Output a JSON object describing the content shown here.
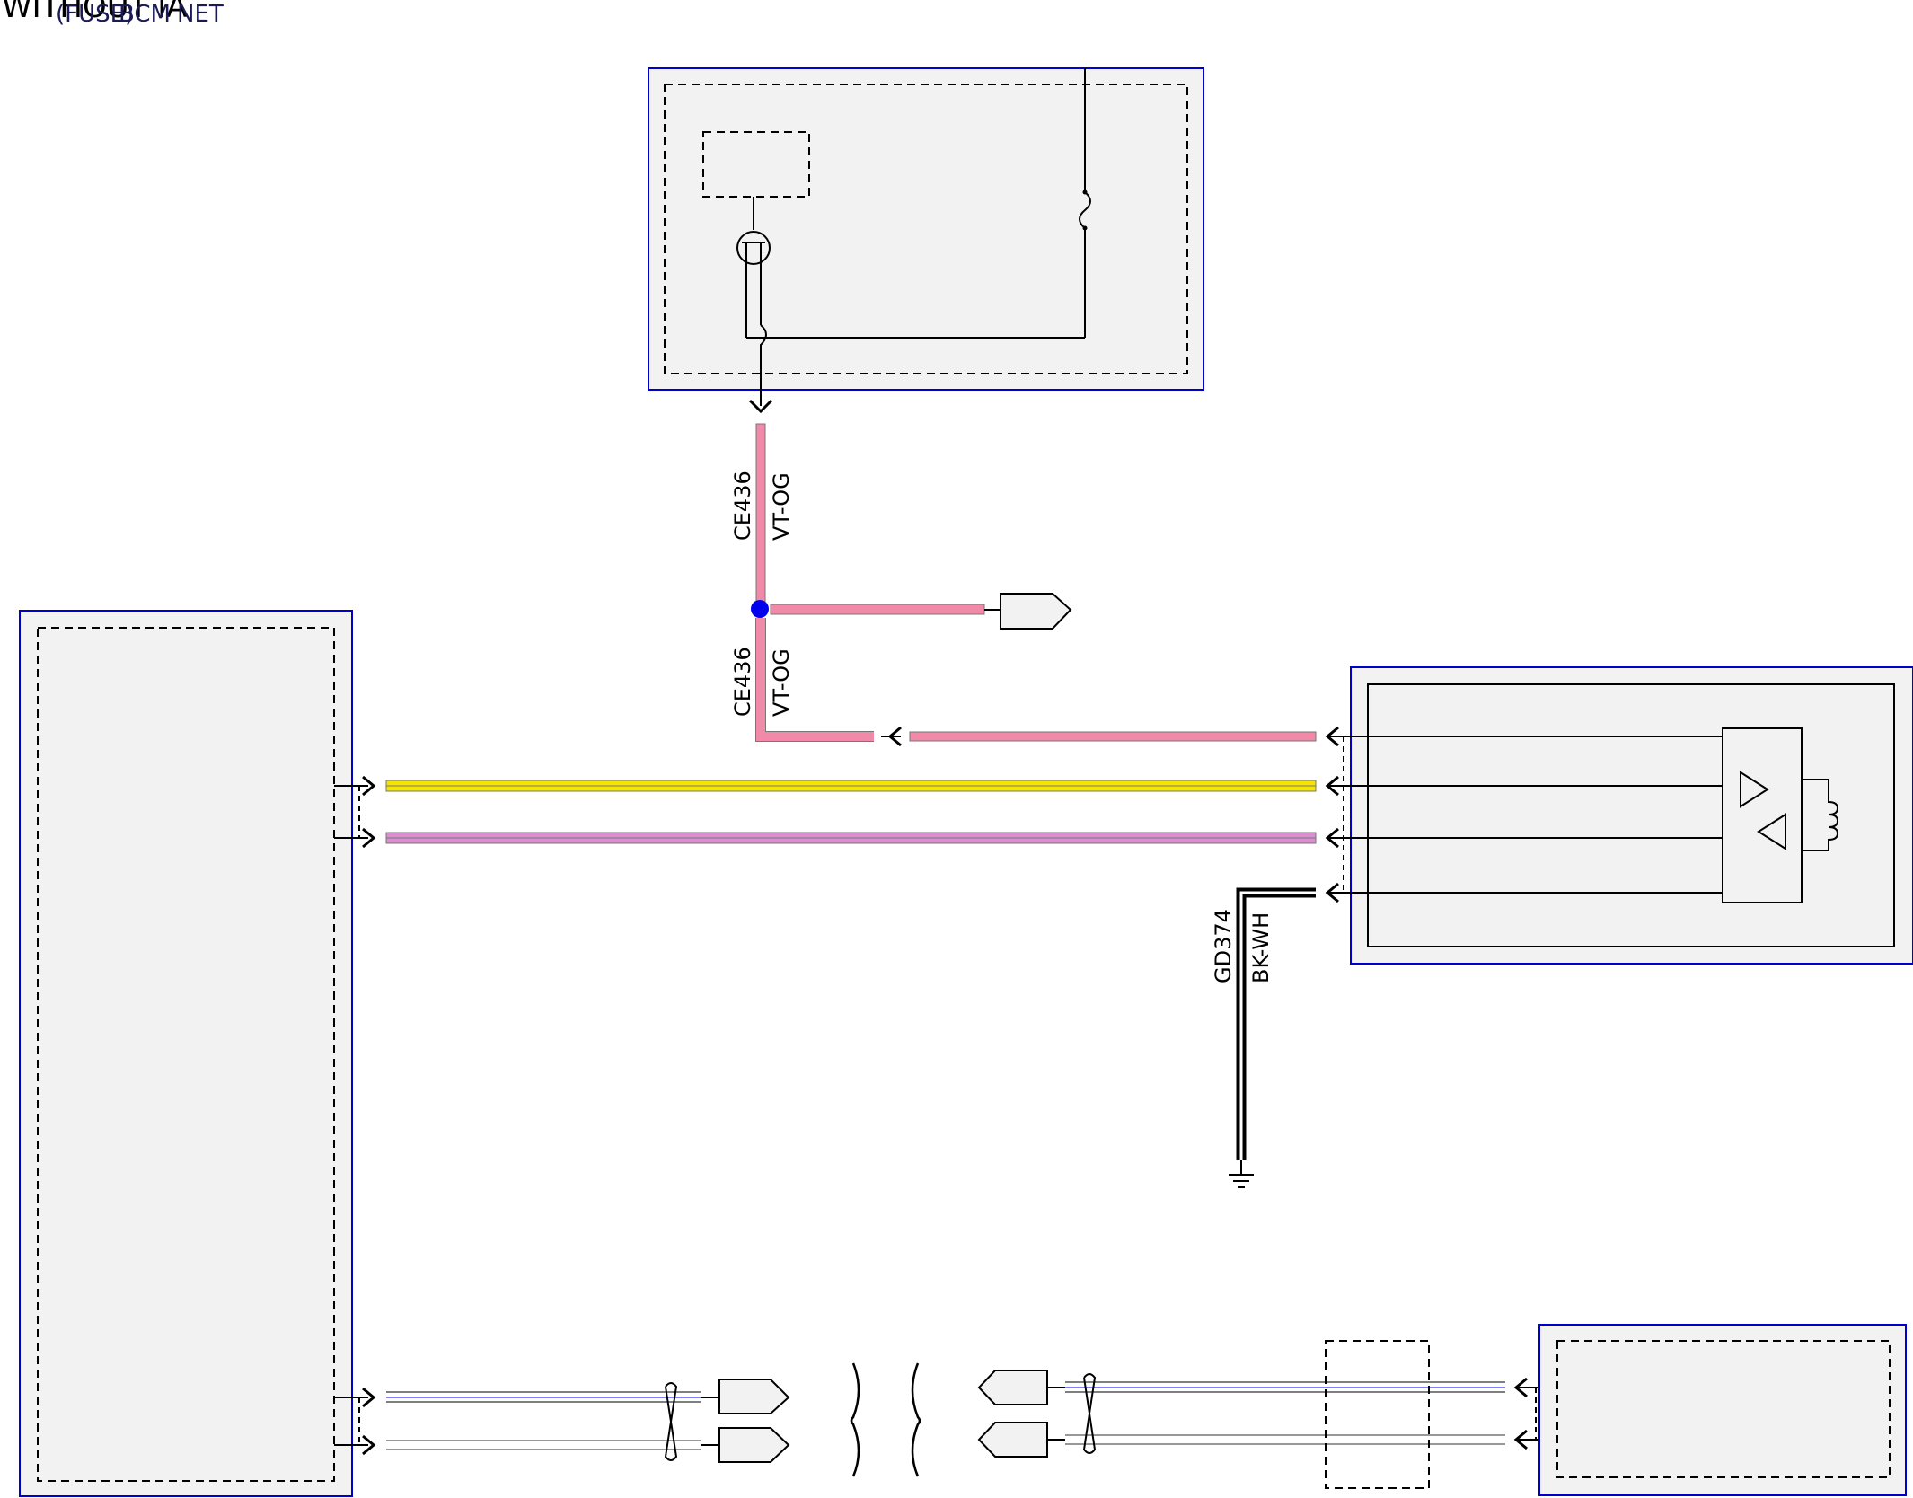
{
  "header": {
    "overlapping_labels": [
      "WITHOUT IA",
      "BCM",
      "(FUSE)",
      "NET"
    ]
  },
  "wires": {
    "w1": {
      "circuit": "CE436",
      "color_code": "VT-OG"
    },
    "w2": {
      "circuit": "CE436",
      "color_code": "VT-OG"
    },
    "w3": {
      "circuit": "GD374",
      "color_code": "BK-WH"
    }
  },
  "colors": {
    "module_border": "#0000cc",
    "module_fill": "#f2f2f2",
    "splice": "#0000ee",
    "wire_vt_og": "#f08aa8",
    "wire_yellow": "#f5e300",
    "wire_violet": "#d98fd0",
    "wire_blue": "#8080ff",
    "wire_white": "#cccccc",
    "wire_black": "#000000"
  }
}
